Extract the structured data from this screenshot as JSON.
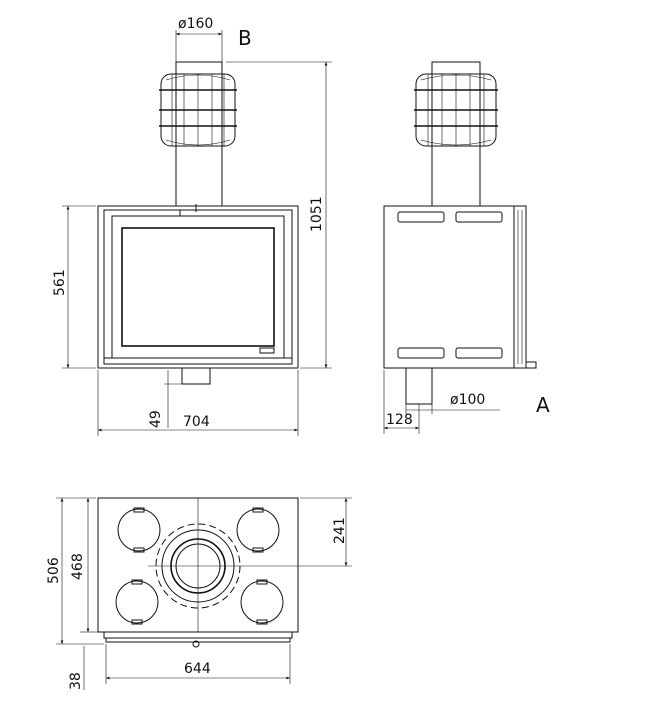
{
  "labels": {
    "view_b": "B",
    "view_a": "A"
  },
  "dimensions": {
    "flue_diameter_top": "ø160",
    "total_height": "1051",
    "body_height": "561",
    "width": "704",
    "spigot_height": "49",
    "side_offset": "128",
    "inlet_diameter": "ø100",
    "plan_depth_outer": "506",
    "plan_depth_inner": "468",
    "plan_center_offset": "241",
    "plan_width": "644",
    "plan_base": "38"
  },
  "colors": {
    "line": "#111111",
    "background": "#ffffff"
  }
}
